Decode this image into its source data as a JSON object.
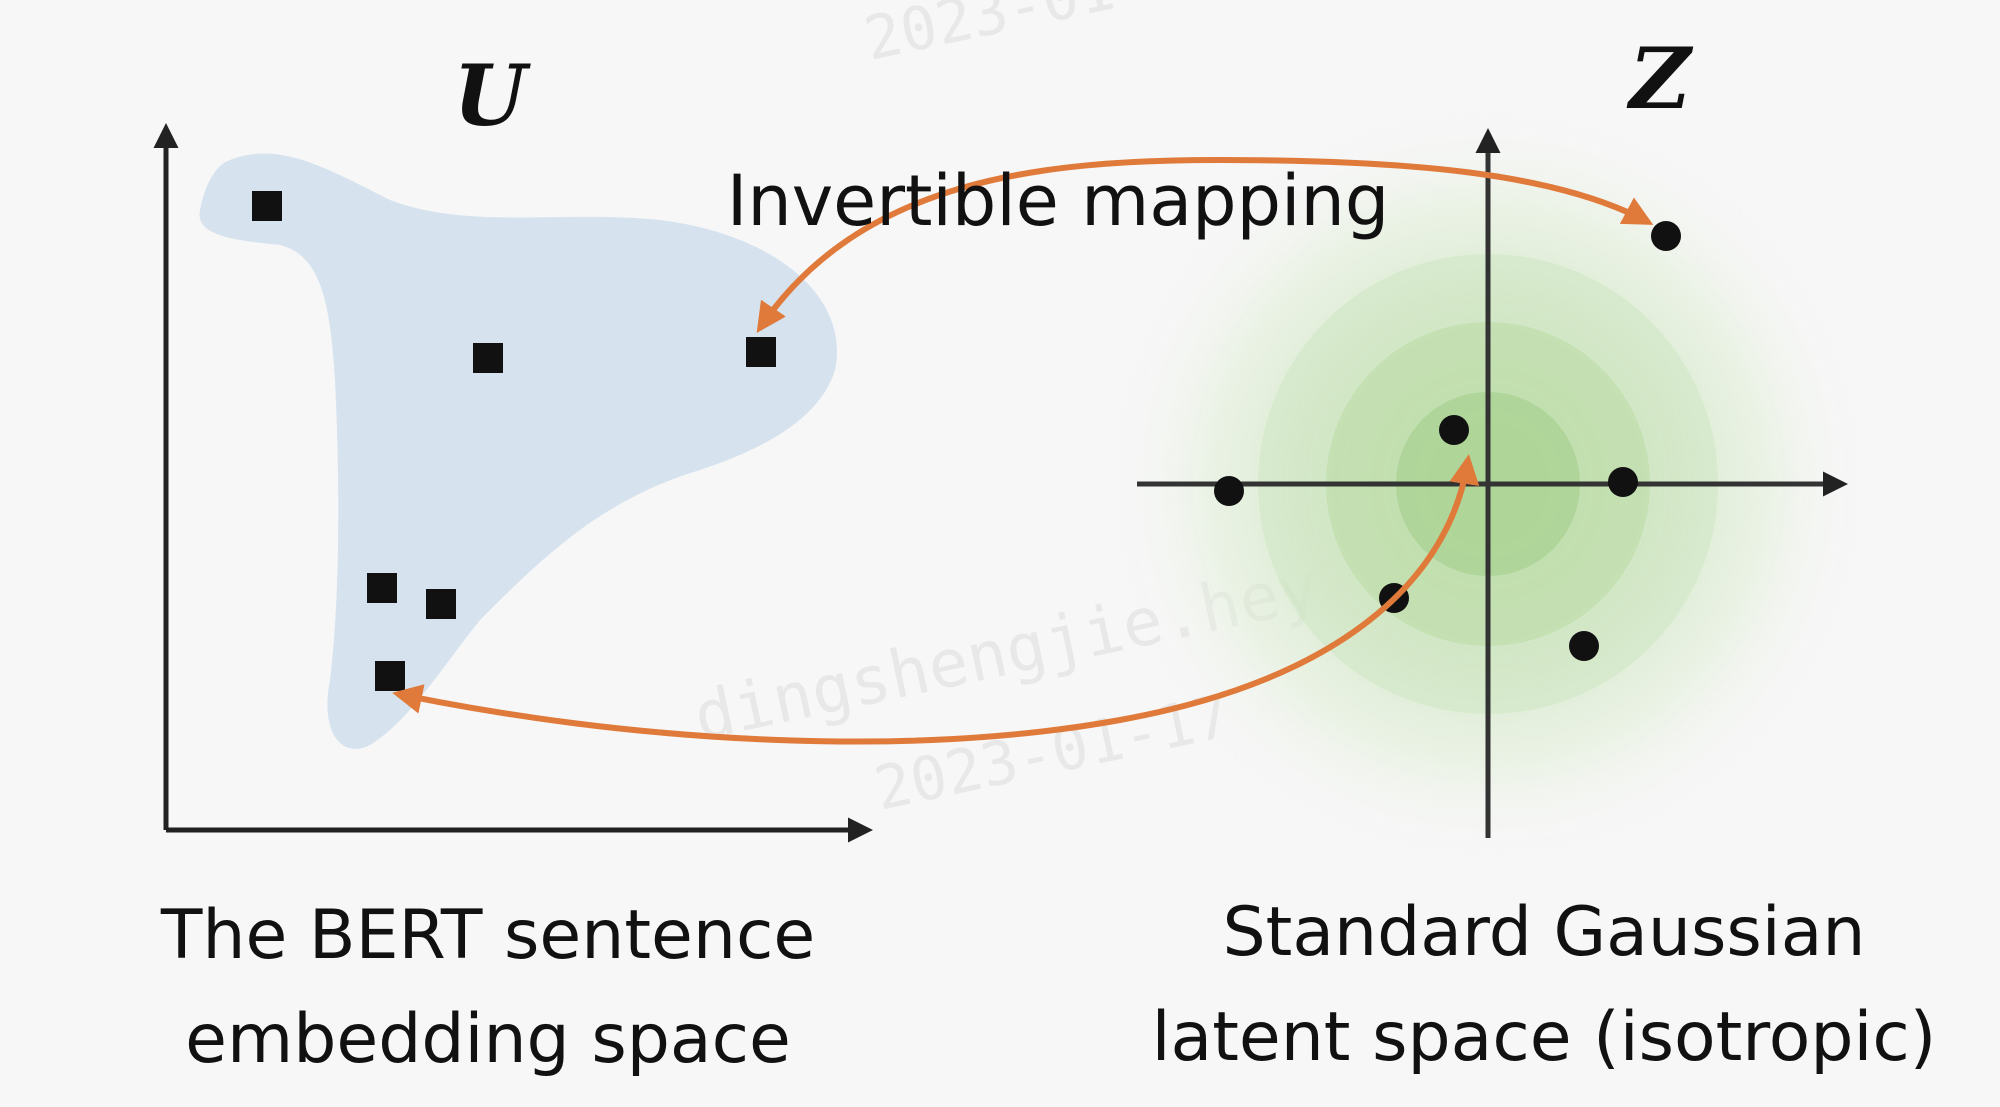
{
  "left_space": {
    "symbol": "U",
    "caption_line1": "The BERT sentence",
    "caption_line2": "embedding space"
  },
  "right_space": {
    "symbol": "Z",
    "caption_line1": "Standard Gaussian",
    "caption_line2": "latent space (isotropic)"
  },
  "mapping_label": "Invertible mapping",
  "watermark": {
    "text1": "dingshengjie.hey",
    "text2": "2023-01-17"
  },
  "colors": {
    "background": "#f7f7f7",
    "region_fill": "#d6e3ef",
    "arrow": "#e07a3a",
    "axis": "#222222",
    "gaussian": "#9ccc86",
    "point": "#111111"
  }
}
